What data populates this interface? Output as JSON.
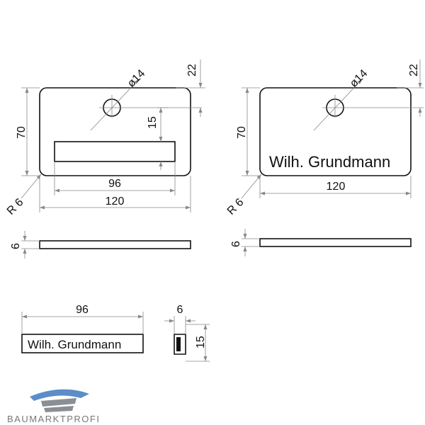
{
  "dimensions": {
    "hole_diameter": "ø14",
    "top_offset": "22",
    "slot_height": "15",
    "height": "70",
    "slot_width": "96",
    "width": "120",
    "corner_radius": "R 6",
    "thickness": "6"
  },
  "name_plate_text": "Wilh. Grundmann",
  "insert": {
    "width": "96",
    "thickness": "6",
    "height": "15",
    "text": "Wilh. Grundmann"
  },
  "logo": {
    "text": "BAUMARKTPROFI",
    "colors": {
      "blue": "#5b8ec8",
      "gray": "#8a8f96"
    }
  },
  "colors": {
    "line": "#111111",
    "dim_line": "#888888",
    "text": "#111111"
  }
}
